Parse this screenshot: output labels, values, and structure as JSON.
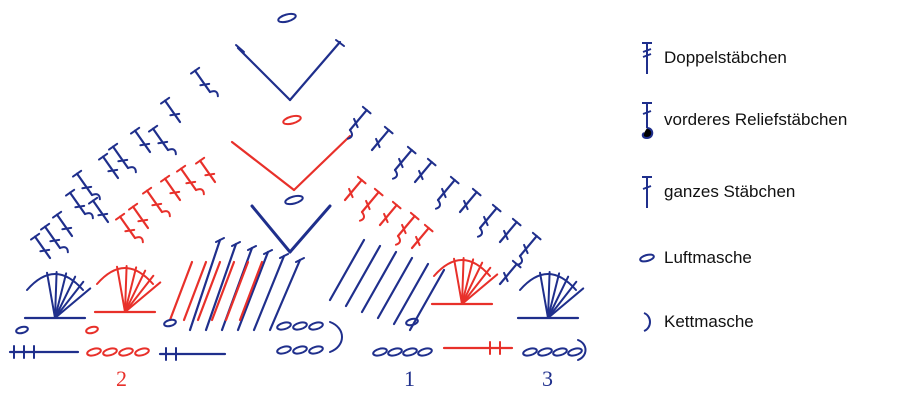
{
  "colors": {
    "blue": "#1f2f8c",
    "red": "#e8302a"
  },
  "row_labels": {
    "left": "2",
    "middle": "1",
    "right": "3"
  },
  "legend": [
    {
      "symbol": "dc-icon",
      "label": "Doppelstäbchen"
    },
    {
      "symbol": "fpdc-icon",
      "label": "vorderes Reliefstäbchen"
    },
    {
      "symbol": "dc2-icon",
      "label": "ganzes Stäbchen"
    },
    {
      "symbol": "chain-icon",
      "label": "Luftmasche"
    },
    {
      "symbol": "slst-icon",
      "label": "Kettmasche"
    }
  ]
}
